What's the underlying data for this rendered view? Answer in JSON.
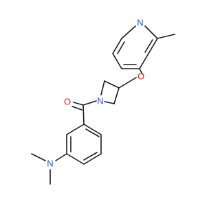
{
  "colors": {
    "bond": "#1a1a1a",
    "nitrogen": "#3050d8",
    "oxygen": "#e02020",
    "background": "#ffffff"
  },
  "atoms": {
    "pyridine_n": "N",
    "ether_o": "O",
    "azetidine_n": "N",
    "carbonyl_o": "O",
    "amine_n": "N"
  }
}
